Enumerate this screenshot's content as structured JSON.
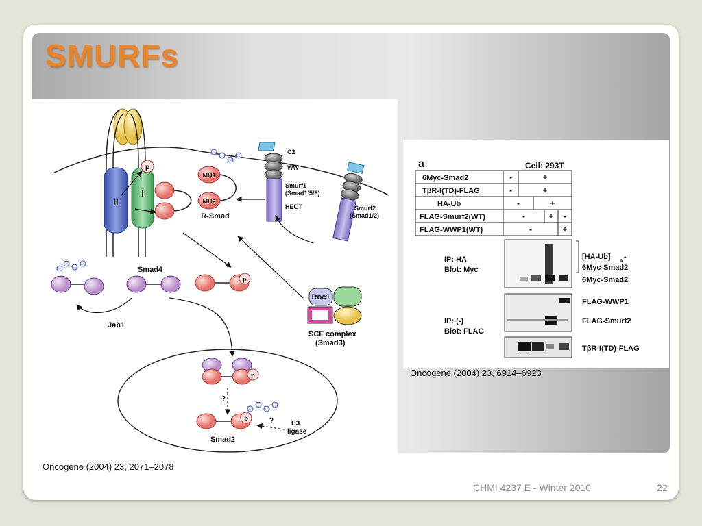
{
  "slide": {
    "title": "SMURFs",
    "footer_course": "CHMI 4237 E - Winter 2010",
    "page_number": "22"
  },
  "figure1": {
    "caption": "Oncogene (2004) 23, 2071–2078",
    "labels": {
      "receptor_ii": "II",
      "receptor_i": "I",
      "p": "p",
      "mh1": "MH1",
      "mh2": "MH2",
      "r_smad": "R-Smad",
      "c2": "C2",
      "ww": "WW",
      "smurf1": "Smurf1",
      "smurf1_sub": "(Smad1/5/8)",
      "hect": "HECT",
      "smurf2": "Smurf2",
      "smurf2_sub": "(Smad1/2)",
      "smad4": "Smad4",
      "jab1": "Jab1",
      "roc1": "Roc1",
      "scf": "SCF complex",
      "scf_sub": "(Smad3)",
      "question": "?",
      "e3": "E3",
      "ligase": "ligase",
      "smad2": "Smad2"
    }
  },
  "figure2": {
    "caption": "Oncogene (2004) 23, 6914–6923",
    "panel_letter": "a",
    "cell": "Cell: 293T",
    "rows": [
      {
        "name": "6Myc-Smad2",
        "cells": [
          "-",
          "+"
        ]
      },
      {
        "name": "TβR-I(TD)-FLAG",
        "cells": [
          "-",
          "+"
        ]
      },
      {
        "name": "HA-Ub",
        "cells": [
          "-",
          "+"
        ]
      },
      {
        "name": "FLAG-Smurf2(WT)",
        "cells": [
          "-",
          "+",
          "-"
        ]
      },
      {
        "name": "FLAG-WWP1(WT)",
        "cells": [
          "-",
          "+"
        ]
      }
    ],
    "blot1_ip": "IP: HA",
    "blot1_blot": "Blot: Myc",
    "blot1_labels": [
      "[HA-Ub]",
      "n",
      "-",
      "6Myc-Smad2",
      "6Myc-Smad2"
    ],
    "blot2_ip": "IP: (-)",
    "blot2_blot": "Blot: FLAG",
    "blot2_labels": [
      "FLAG-WWP1",
      "FLAG-Smurf2"
    ],
    "blot3_label": "TβR-I(TD)-FLAG"
  }
}
